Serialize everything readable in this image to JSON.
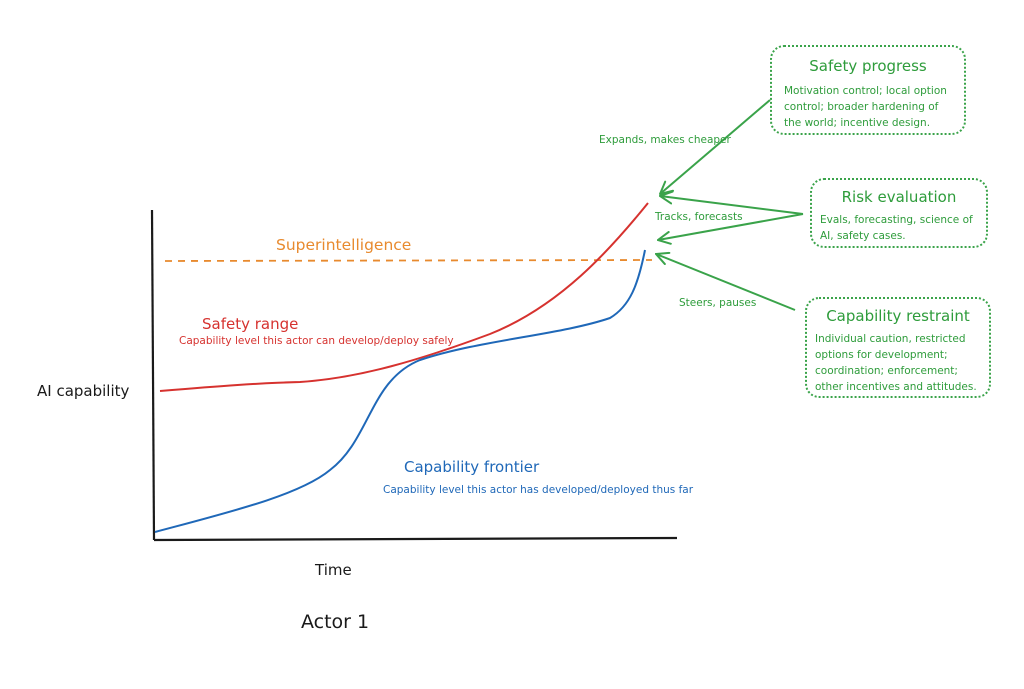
{
  "axes": {
    "y_label": "AI capability",
    "x_label": "Time"
  },
  "caption": "Actor 1",
  "superintelligence": {
    "label": "Superintelligence",
    "color": "#e88a2e"
  },
  "safety_range": {
    "title": "Safety range",
    "description": "Capability level this actor can develop/deploy safely",
    "color": "#d6322f"
  },
  "capability_frontier": {
    "title": "Capability frontier",
    "description": "Capability level this actor has developed/deployed thus far",
    "color": "#1f68b8"
  },
  "boxes": [
    {
      "title": "Safety progress",
      "description": "Motivation control; local option control; broader hardening of the world; incentive design.",
      "edge_label": "Expands, makes cheaper"
    },
    {
      "title": "Risk evaluation",
      "description": "Evals, forecasting, science of AI, safety cases.",
      "edge_label": "Tracks, forecasts"
    },
    {
      "title": "Capability restraint",
      "description": "Individual caution, restricted options for development; coordination; enforcement; other incentives and attitudes.",
      "edge_label": "Steers, pauses"
    }
  ],
  "accent_color": "#2e9c3b"
}
